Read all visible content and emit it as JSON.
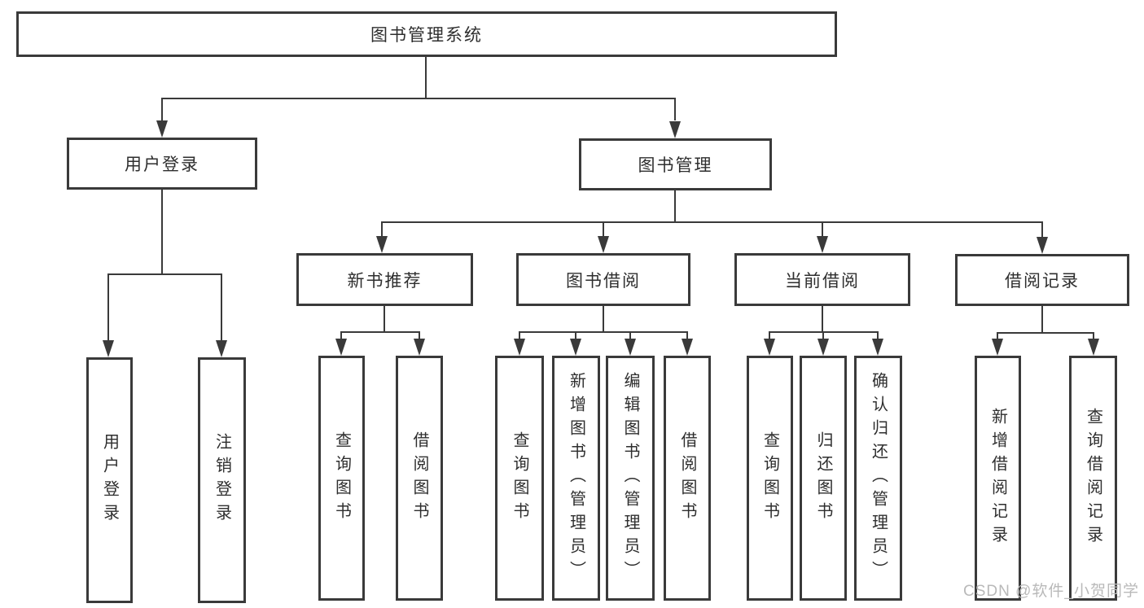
{
  "title": "图书管理系统",
  "level2": {
    "user_login": "用户登录",
    "book_mgmt": "图书管理"
  },
  "level3": {
    "new_book": "新书推荐",
    "book_borrow": "图书借阅",
    "current_borrow": "当前借阅",
    "borrow_records": "借阅记录"
  },
  "leaves": {
    "user_login": [
      "用户登录",
      "注销登录"
    ],
    "new_book": [
      "查询图书",
      "借阅图书"
    ],
    "book_borrow": [
      "查询图书",
      "新增图书（管理员）",
      "编辑图书（管理员）",
      "借阅图书"
    ],
    "current_borrow": [
      "查询图书",
      "归还图书",
      "确认归还（管理员）"
    ],
    "borrow_records": [
      "新增借阅记录",
      "查询借阅记录"
    ]
  },
  "watermark": "CSDN @软件_小贺同学",
  "colors": {
    "line": "#3a3a3a",
    "text": "#2e2e2e",
    "background": "#ffffff",
    "watermark": "#b9b9b9"
  }
}
